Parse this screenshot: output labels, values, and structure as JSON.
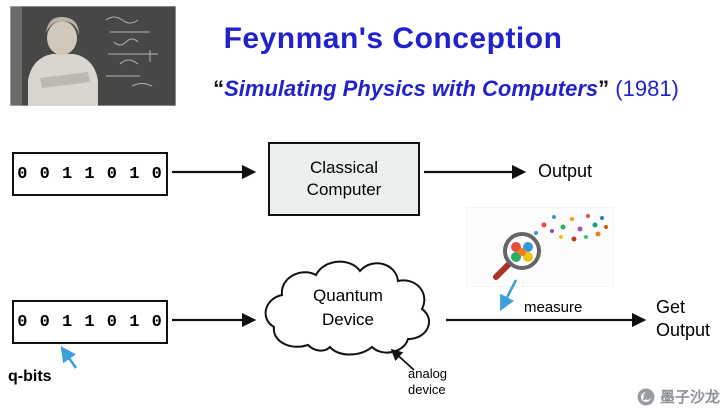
{
  "header": {
    "title": "Feynman's Conception",
    "subtitle_open_quote": "“",
    "subtitle_text": "Simulating Physics with Computers",
    "subtitle_close_quote": "”",
    "subtitle_year": " (1981)"
  },
  "classical_row": {
    "input_bits": "0 0 1 1 0 1 0",
    "processor_line1": "Classical",
    "processor_line2": "Computer",
    "output_label": "Output"
  },
  "quantum_row": {
    "input_bits": "0 0 1 1 0 1 0",
    "device_line1": "Quantum",
    "device_line2": "Device",
    "measure_label": "measure",
    "output_label": "Get Output",
    "qbits_label": "q-bits",
    "analog_label_line1": "analog",
    "analog_label_line2": "device"
  },
  "watermark": {
    "text": "墨子沙龙"
  },
  "colors": {
    "title_blue": "#2222cc",
    "arrow_blue": "#3f9fd8",
    "classical_box_fill": "#eaf1ec"
  }
}
